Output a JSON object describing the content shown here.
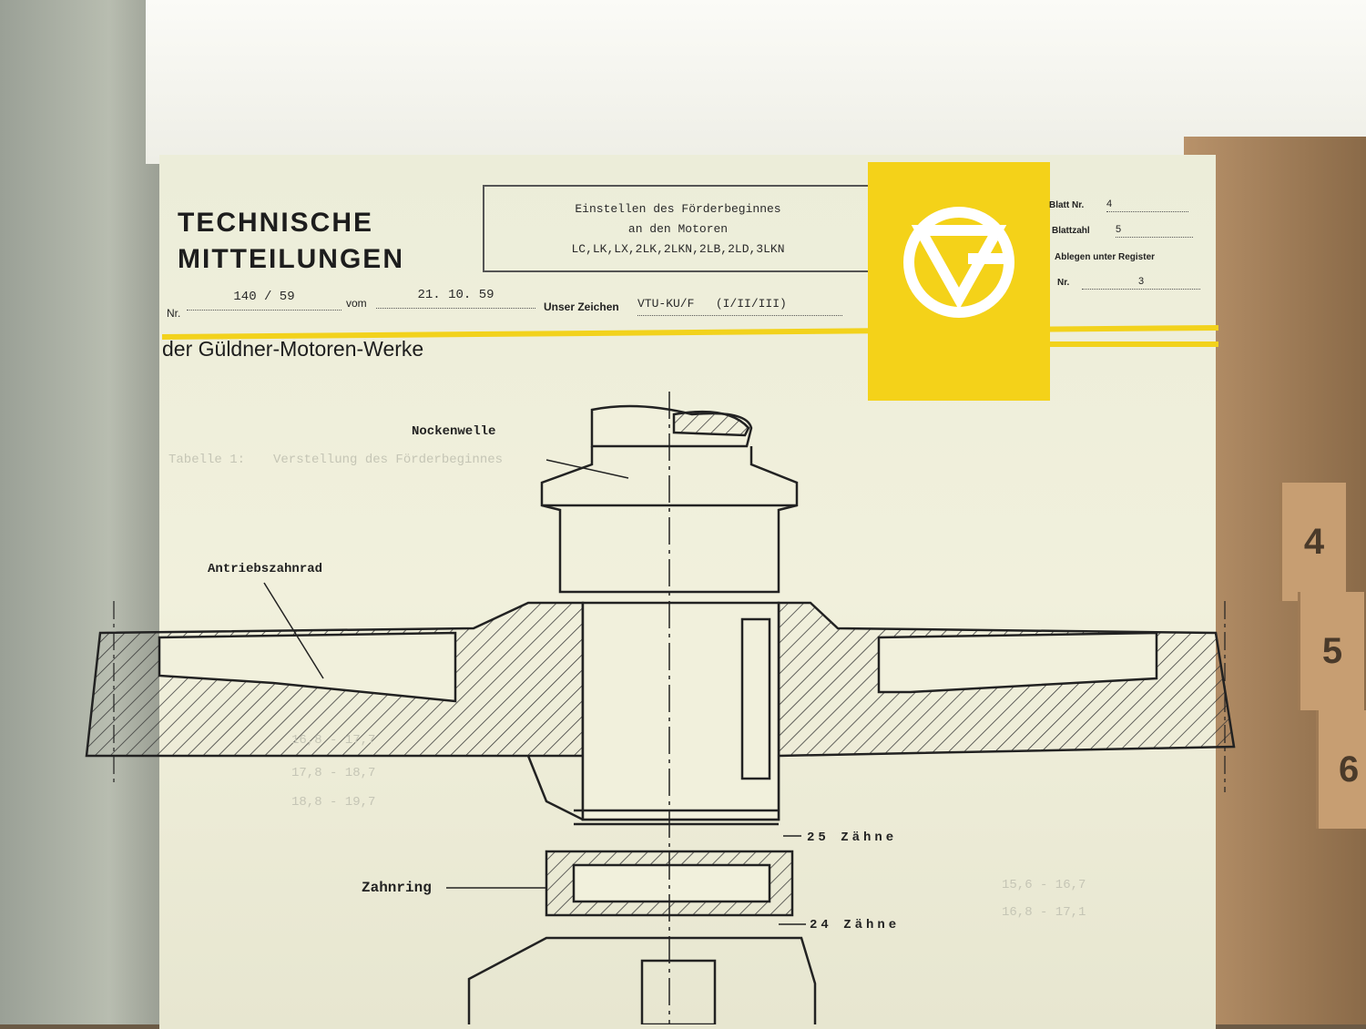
{
  "header": {
    "title_line1": "TECHNISCHE",
    "title_line2": "MITTEILUNGEN",
    "subtitle": "der Güldner-Motoren-Werke",
    "nr_label": "Nr.",
    "nr_value": "140 / 59",
    "vom_label": "vom",
    "vom_value": "21. 10. 59",
    "zeichen_label": "Unser Zeichen",
    "zeichen_value": "VTU-KU/F   (I/II/III)"
  },
  "subject": {
    "line1": "Einstellen des Förderbeginnes",
    "line2": "an den Motoren",
    "line3": "LC,LK,LX,2LK,2LKN,2LB,2LD,3LKN"
  },
  "sheet_info": {
    "blatt_label": "Blatt Nr.",
    "blatt_value": "4",
    "blattzahl_label": "Blattzahl",
    "blattzahl_value": "5",
    "register_label": "Ablegen unter Register",
    "register_nr_label": "Nr.",
    "register_nr_value": "3"
  },
  "logo": {
    "name": "gueldner-logo",
    "color": "#f4d219"
  },
  "diagram": {
    "labels": {
      "camshaft": "Nockenwelle",
      "drive_gear": "Antriebszahnrad",
      "ring_gear": "Zahnring",
      "teeth_25": "25 Zähne",
      "teeth_24": "24 Zähne"
    }
  },
  "register_tabs": [
    "4",
    "5",
    "6"
  ]
}
